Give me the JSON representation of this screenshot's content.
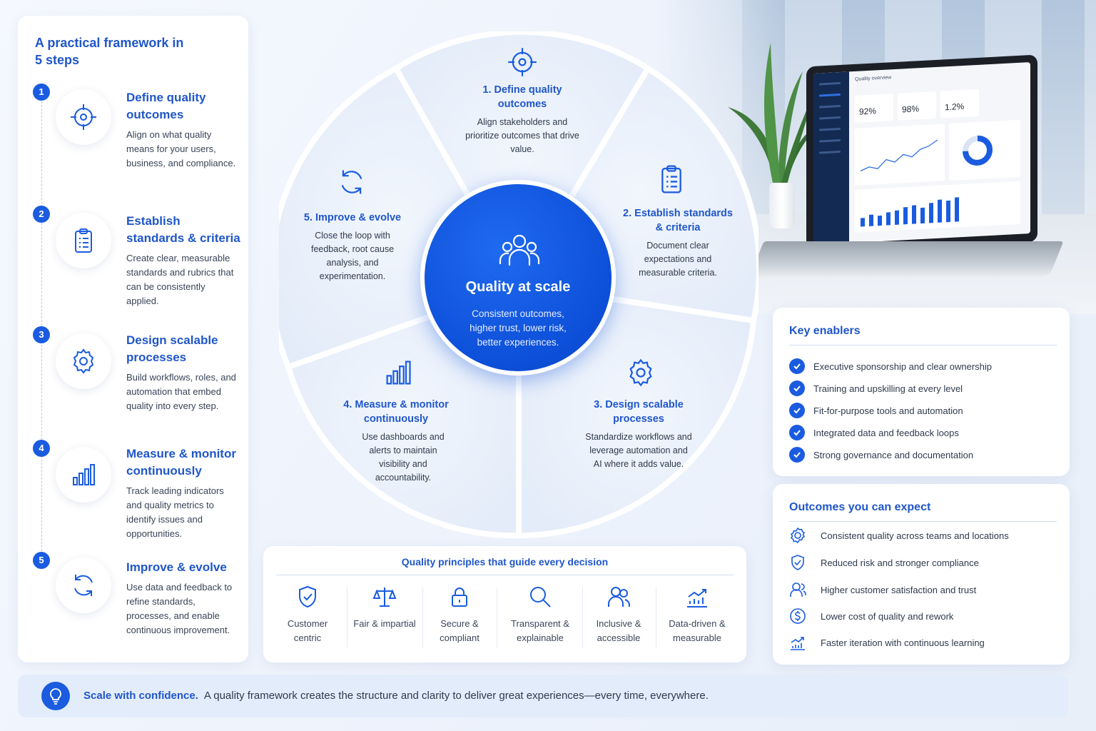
{
  "left_panel": {
    "title": "A practical framework in 5 steps",
    "steps": [
      {
        "num": "1",
        "title": "Define quality outcomes",
        "desc": "Align on what quality means for your users, business, and compliance.",
        "icon": "target-icon"
      },
      {
        "num": "2",
        "title": "Establish standards & criteria",
        "desc": "Create clear, measurable standards and rubrics that can be consistently applied.",
        "icon": "clipboard-icon"
      },
      {
        "num": "3",
        "title": "Design scalable processes",
        "desc": "Build workflows, roles, and automation that embed quality into every step.",
        "icon": "gear-icon"
      },
      {
        "num": "4",
        "title": "Measure & monitor continuously",
        "desc": "Track leading indicators and quality metrics to identify issues and opportunities.",
        "icon": "bar-chart-icon"
      },
      {
        "num": "5",
        "title": "Improve & evolve",
        "desc": "Use data and feedback to refine standards, processes, and enable continuous improvement.",
        "icon": "refresh-icon"
      }
    ]
  },
  "wheel": {
    "hub": {
      "title": "Quality at scale",
      "desc": "Consistent outcomes, higher trust, lower risk, better experiences.",
      "icon": "people-icon"
    },
    "segments": [
      {
        "title": "1. Define quality outcomes",
        "desc": "Align stakeholders and prioritize outcomes that drive value.",
        "icon": "target-icon"
      },
      {
        "title": "2. Establish standards & criteria",
        "desc": "Document clear expectations and measurable criteria.",
        "icon": "clipboard-icon"
      },
      {
        "title": "3. Design scalable processes",
        "desc": "Standardize workflows and leverage automation and AI where it adds value.",
        "icon": "gear-icon"
      },
      {
        "title": "4. Measure & monitor continuously",
        "desc": "Use dashboards and alerts to maintain visibility and accountability.",
        "icon": "bar-chart-icon"
      },
      {
        "title": "5. Improve & evolve",
        "desc": "Close the loop with feedback, root cause analysis, and experimentation.",
        "icon": "refresh-icon"
      }
    ]
  },
  "principles": {
    "title": "Quality principles that guide every decision",
    "items": [
      {
        "label": "Customer centric",
        "icon": "shield-check-icon"
      },
      {
        "label": "Fair & impartial",
        "icon": "scales-icon"
      },
      {
        "label": "Secure & compliant",
        "icon": "lock-icon"
      },
      {
        "label": "Transparent & explainable",
        "icon": "magnifier-icon"
      },
      {
        "label": "Inclusive & accessible",
        "icon": "people-icon"
      },
      {
        "label": "Data-driven & measurable",
        "icon": "trend-chart-icon"
      }
    ]
  },
  "laptop": {
    "header": "Quality overview",
    "stats": [
      "92%",
      "98%",
      "1.2%"
    ]
  },
  "enablers": {
    "title": "Key enablers",
    "items": [
      "Executive sponsorship and clear ownership",
      "Training and upskilling at every level",
      "Fit-for-purpose tools and automation",
      "Integrated data and feedback loops",
      "Strong governance and documentation"
    ]
  },
  "outcomes": {
    "title": "Outcomes you can expect",
    "items": [
      {
        "text": "Consistent quality across teams and locations",
        "icon": "badge-icon"
      },
      {
        "text": "Reduced risk and stronger compliance",
        "icon": "shield-check-icon"
      },
      {
        "text": "Higher customer satisfaction and trust",
        "icon": "user-icon"
      },
      {
        "text": "Lower cost of quality and rework",
        "icon": "dollar-icon"
      },
      {
        "text": "Faster iteration with continuous learning",
        "icon": "trend-chart-icon"
      }
    ]
  },
  "footer": {
    "bold": "Scale with confidence.",
    "text": "A quality framework creates the structure and clarity to deliver great experiences—every time, everywhere.",
    "icon": "lightbulb-icon"
  },
  "colors": {
    "accent": "#1a5be0",
    "title_blue": "#1f56c9",
    "hub_blue": "#0d4fd8",
    "segment_fill": "#e9f0fb"
  }
}
